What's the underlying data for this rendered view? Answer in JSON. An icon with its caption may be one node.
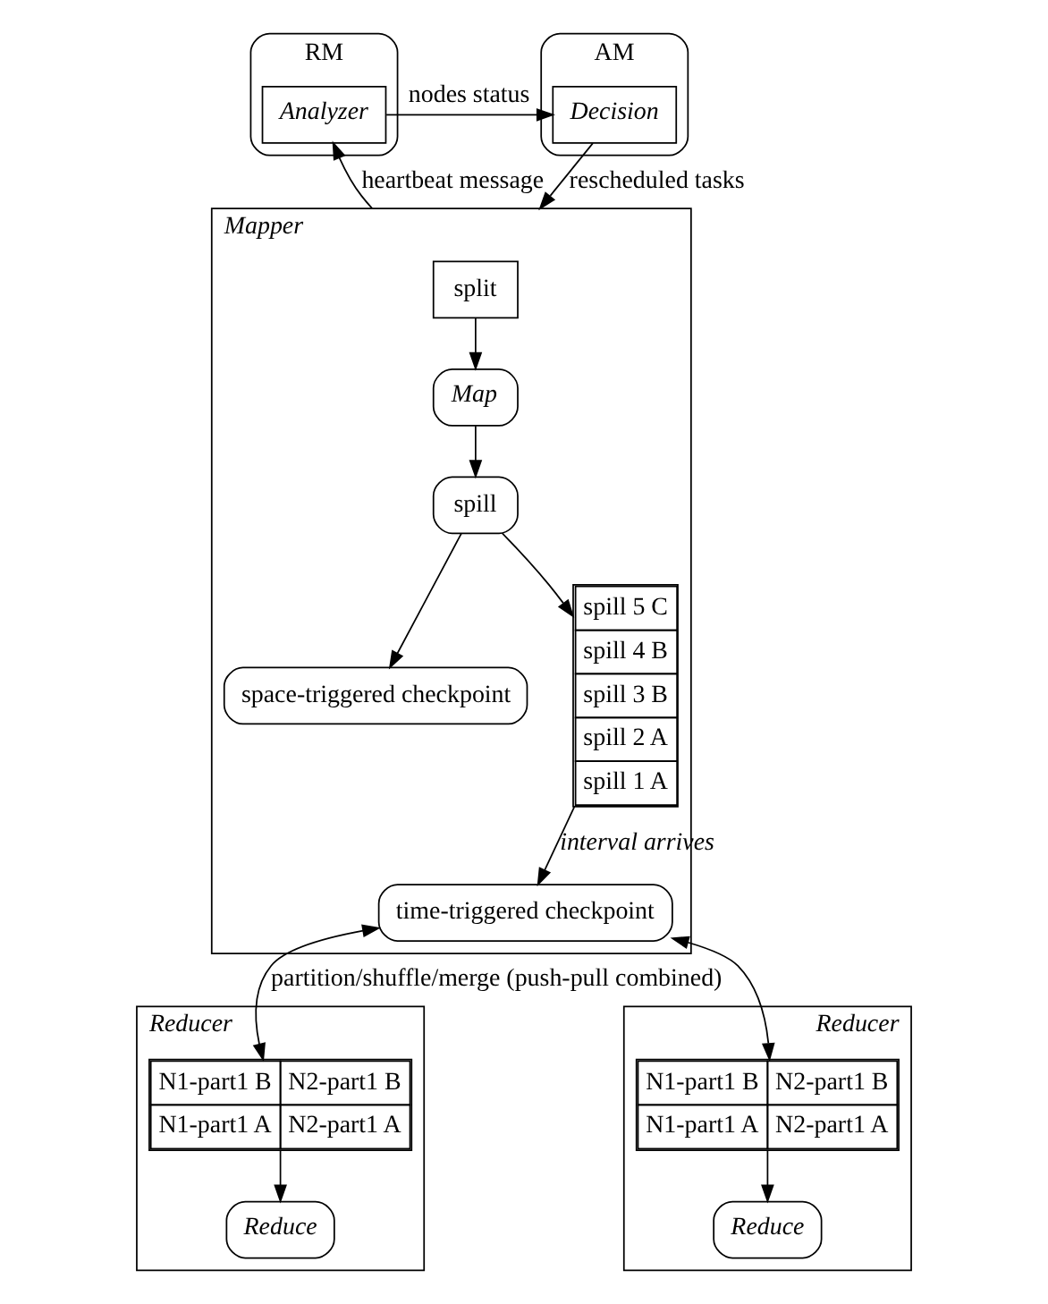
{
  "diagram": {
    "nodes": [
      {
        "text": [
          "RM"
        ]
      },
      {
        "text": [
          "Analyzer"
        ],
        "in": 0
      },
      {
        "text": [
          "AM"
        ]
      },
      {
        "text": [
          "Decision"
        ],
        "in": 2
      },
      {
        "text": [
          "Mapper"
        ]
      },
      {
        "text": [
          "split"
        ],
        "in": 4
      },
      {
        "text": [
          "Map"
        ],
        "in": 4
      },
      {
        "text": [
          "spill"
        ],
        "in": 4
      },
      {
        "text": [
          "space-triggered checkpoint"
        ],
        "in": 4
      },
      {
        "text": [
          "spill 5 C",
          "spill 4 B",
          "spill 3 B",
          "spill 2 A",
          "spill 1 A"
        ],
        "in": 4
      },
      {
        "text": [
          "time-triggered checkpoint"
        ],
        "in": 4
      },
      {
        "text": [
          "Reducer"
        ]
      },
      {
        "text": [
          "N1-part1 B",
          "N2-part1 B",
          "N1-part1 A",
          "N2-part1 A"
        ],
        "in": 11
      },
      {
        "text": [
          "Reduce"
        ],
        "in": 11
      },
      {
        "text": [
          "Reducer"
        ]
      },
      {
        "text": [
          "N1-part1 B",
          "N2-part1 B",
          "N1-part1 A",
          "N2-part1 A"
        ],
        "in": 14
      },
      {
        "text": [
          "Reduce"
        ],
        "in": 14
      }
    ],
    "edges": [
      {
        "from": 1,
        "to": 3,
        "arrow": "to",
        "label": "nodes status"
      },
      {
        "from": 4,
        "to": 1,
        "arrow": "to",
        "label": "heartbeat message"
      },
      {
        "from": 3,
        "to": 4,
        "arrow": "to",
        "label": "rescheduled tasks"
      },
      {
        "from": 5,
        "to": 6,
        "arrow": "to"
      },
      {
        "from": 6,
        "to": 7,
        "arrow": "to"
      },
      {
        "from": 7,
        "to": 8,
        "arrow": "to"
      },
      {
        "from": 7,
        "to": 9,
        "arrow": "to"
      },
      {
        "from": 9,
        "to": 10,
        "arrow": "to",
        "label": "interval arrives"
      },
      {
        "from": 10,
        "to": 12,
        "arrow": "both",
        "label": "partition/shuffle/merge (push-pull combined)"
      },
      {
        "from": 10,
        "to": 15,
        "arrow": "both"
      },
      {
        "from": 12,
        "to": 13,
        "arrow": "to"
      },
      {
        "from": 15,
        "to": 16,
        "arrow": "to"
      }
    ]
  }
}
